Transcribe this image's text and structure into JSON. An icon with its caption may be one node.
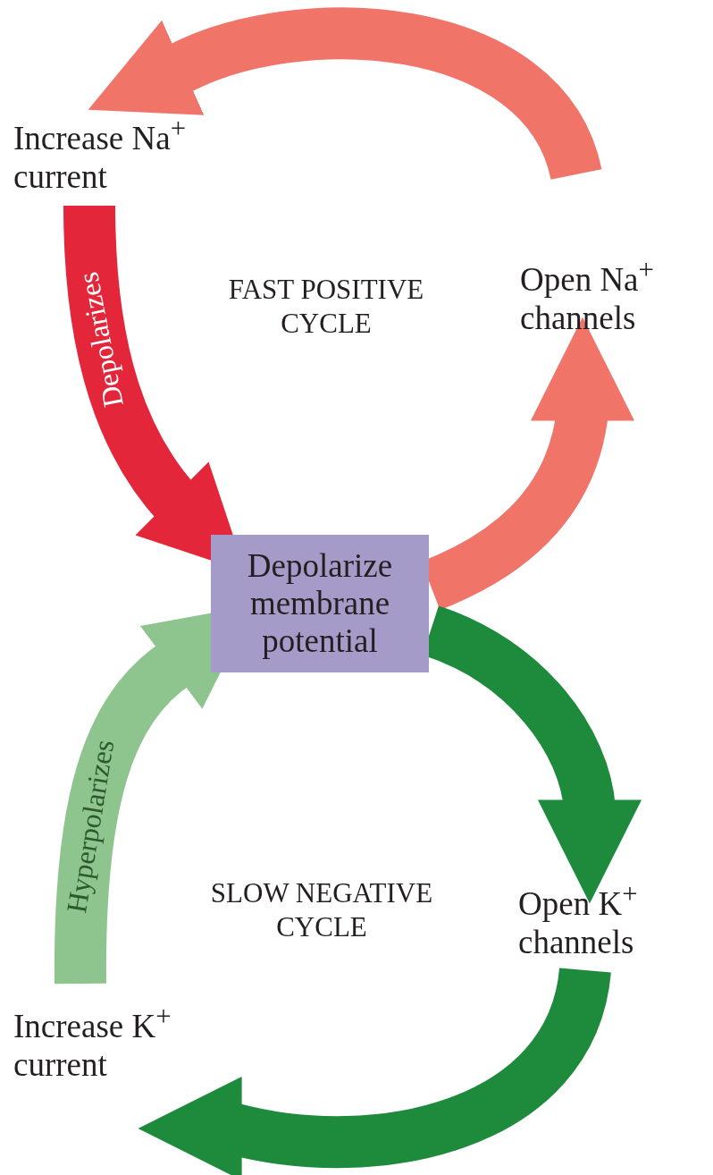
{
  "diagram": {
    "nodes": [
      {
        "text": [
          "Depolarize membrane potential"
        ]
      },
      {
        "text": [
          "Open Na$^{+}$ channels"
        ]
      },
      {
        "text": [
          "Increase Na$^{+}$ current"
        ]
      },
      {
        "text": [
          "Open K$^{+}$ channels"
        ]
      },
      {
        "text": [
          "Increase K$^{+}$ current"
        ]
      }
    ],
    "edges": [
      {
        "from": 0,
        "to": 1,
        "arrow": "to",
        "color": "#f07468"
      },
      {
        "from": 1,
        "to": 2,
        "arrow": "to",
        "color": "#f07468"
      },
      {
        "from": 2,
        "to": 0,
        "arrow": "to",
        "color": "#e3263a",
        "label": "Depolarizes"
      },
      {
        "from": 0,
        "to": 3,
        "arrow": "to",
        "color": "#1e8a3c"
      },
      {
        "from": 3,
        "to": 4,
        "arrow": "to",
        "color": "#1e8a3c"
      },
      {
        "from": 4,
        "to": 0,
        "arrow": "to",
        "color": "#8ec58e",
        "label": "Hyperpolarizes"
      }
    ],
    "labels": [
      "FAST POSITIVE CYCLE",
      "SLOW NEGATIVE CYCLE"
    ]
  }
}
